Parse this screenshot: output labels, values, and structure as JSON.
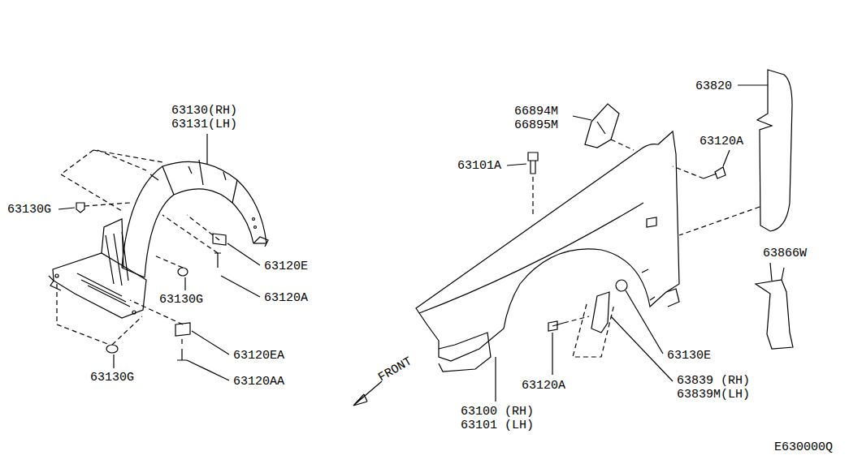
{
  "diagram": {
    "labels": [
      "63130(RH)",
      "63131(LH)",
      "63130G",
      "63120E",
      "63130G",
      "63120A",
      "63120EA",
      "63120AA",
      "63130G",
      "66894M",
      "66895M",
      "63101A",
      "63820",
      "63120A",
      "63866W",
      "63130E",
      "63120A",
      "63839 (RH)",
      "63839M(LH)",
      "63100 (RH)",
      "63101 (LH)",
      "FRONT",
      "E630000Q"
    ]
  }
}
